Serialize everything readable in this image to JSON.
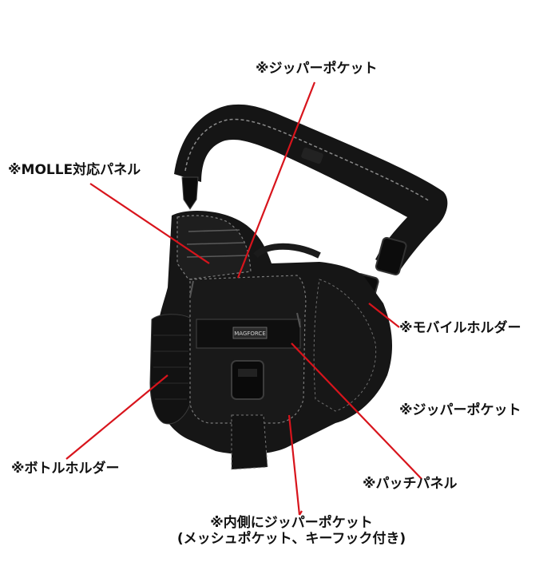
{
  "labels": {
    "zipper_pocket_top": "※ジッパーポケット",
    "molle_panel": "※MOLLE対応パネル",
    "mobile_holder": "※モバイルホルダー",
    "zipper_pocket_right": "※ジッパーポケット",
    "bottle_holder": "※ボトルホルダー",
    "patch_panel": "※パッチパネル",
    "inner_zipper_line1": "※内側にジッパーポケット",
    "inner_zipper_line2": "(メッシュポケット、キーフック付き)"
  },
  "brand_logo_text": "MAGFORCE",
  "colors": {
    "background": "#ffffff",
    "bag": "#141414",
    "stitch": "#8a8a8a",
    "leader_line": "#d8141c",
    "text": "#111111"
  }
}
